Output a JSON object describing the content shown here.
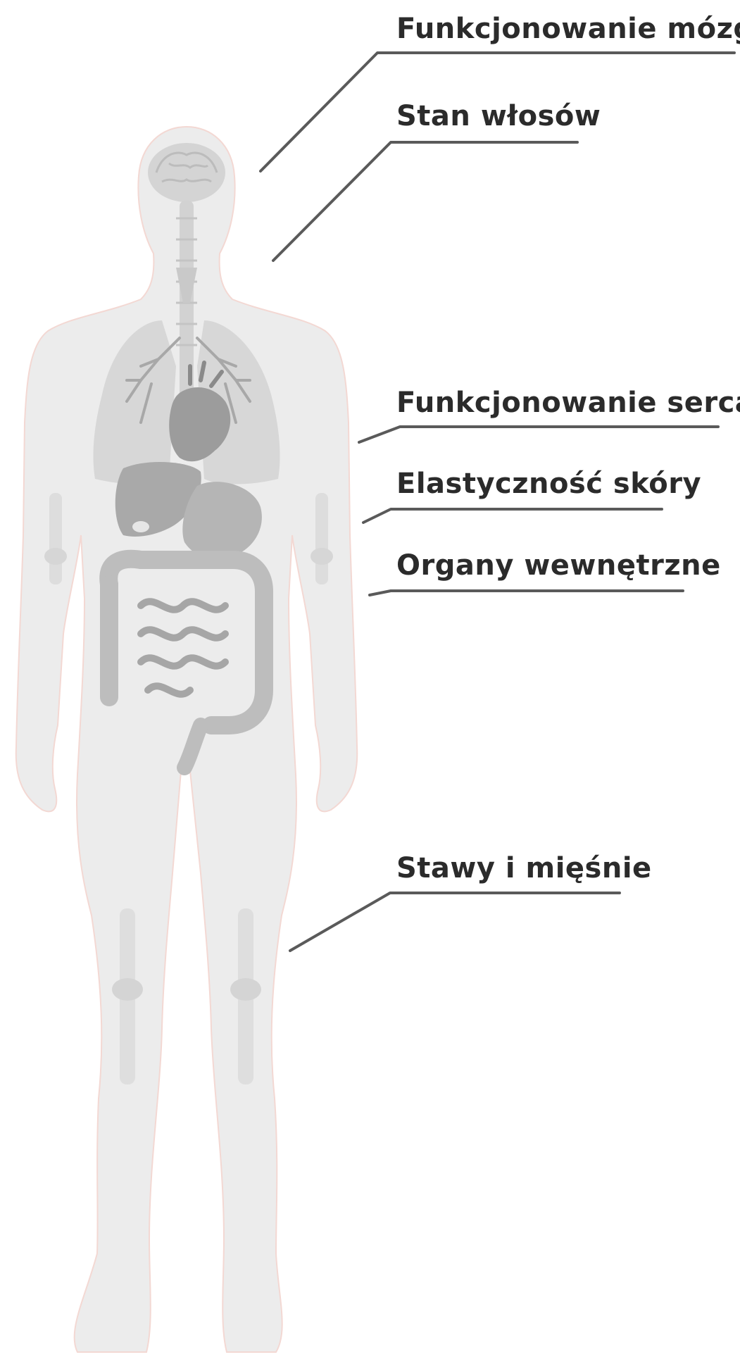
{
  "colors": {
    "background": "#ffffff",
    "body_silhouette": "#ececec",
    "body_outline": "#f3d8d3",
    "organs": "#bdbdbd",
    "organs_light": "#cfcfcf",
    "organs_dark": "#9a9a9a",
    "bones": "#d9d9d9",
    "label_text": "#2b2b2b",
    "leader_line": "#5a5a5a"
  },
  "illustration": {
    "name": "human-body-anatomy-illustration",
    "parts": [
      "brain-icon",
      "spine-icon",
      "lungs-icon",
      "heart-icon",
      "liver-icon",
      "stomach-icon",
      "intestines-icon",
      "joints-icon"
    ]
  },
  "callouts": [
    {
      "id": "brain",
      "label": "Funkcjonowanie mózgu"
    },
    {
      "id": "hair",
      "label": "Stan włosów"
    },
    {
      "id": "heart",
      "label": "Funkcjonowanie serca"
    },
    {
      "id": "skin",
      "label": "Elastyczność skóry"
    },
    {
      "id": "organs",
      "label": "Organy wewnętrzne"
    },
    {
      "id": "joints",
      "label": "Stawy i mięśnie"
    }
  ]
}
